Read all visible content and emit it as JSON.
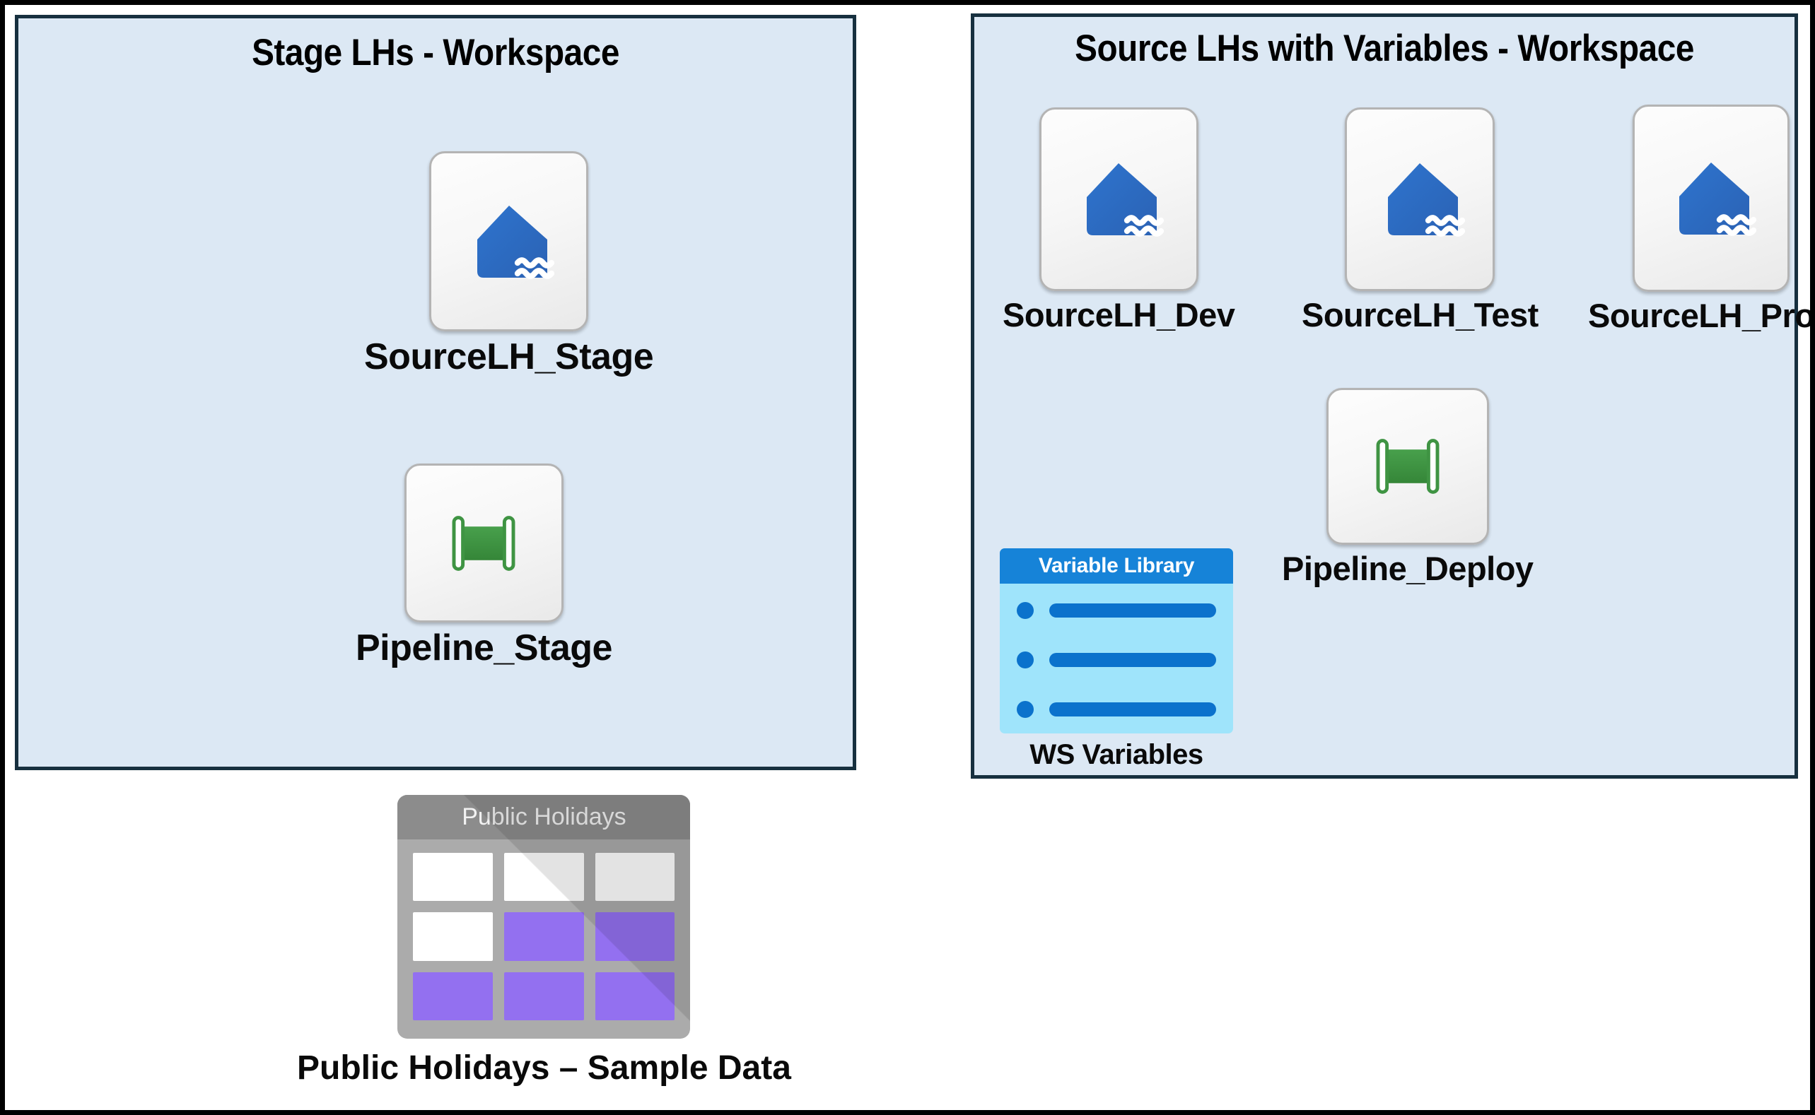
{
  "panels": [
    {
      "id": "stage",
      "title": "Stage LHs - Workspace",
      "items": [
        {
          "label": "SourceLH_Stage",
          "icon": "lakehouse-icon"
        },
        {
          "label": "Pipeline_Stage",
          "icon": "pipeline-icon"
        }
      ]
    },
    {
      "id": "source",
      "title": "Source LHs with Variables - Workspace",
      "items": [
        {
          "label": "SourceLH_Dev",
          "icon": "lakehouse-icon"
        },
        {
          "label": "SourceLH_Test",
          "icon": "lakehouse-icon"
        },
        {
          "label": "SourceLH_Prod",
          "icon": "lakehouse-icon"
        },
        {
          "label": "Pipeline_Deploy",
          "icon": "pipeline-icon"
        }
      ],
      "variable_library": {
        "header": "Variable Library",
        "caption": "WS Variables",
        "rows": 3
      }
    }
  ],
  "holidays_table": {
    "header": "Public Holidays",
    "caption": "Public Holidays – Sample Data",
    "cells": [
      [
        "white",
        "white",
        "white"
      ],
      [
        "white",
        "purple",
        "purple"
      ],
      [
        "purple",
        "purple",
        "purple"
      ]
    ]
  },
  "colors": {
    "panel_fill": "#dce8f4",
    "panel_border": "#17303f",
    "lakehouse_blue": "#2b6cc4",
    "pipeline_green": "#3f9443",
    "variable_library_header": "#1683d8",
    "variable_library_body": "#9fe4fb",
    "variable_library_accent": "#0b72cc",
    "table_body_grey": "#ababab",
    "table_header_grey": "#8c8c8c",
    "table_cell_purple": "#9370f0",
    "outer_frame": "#000000"
  }
}
